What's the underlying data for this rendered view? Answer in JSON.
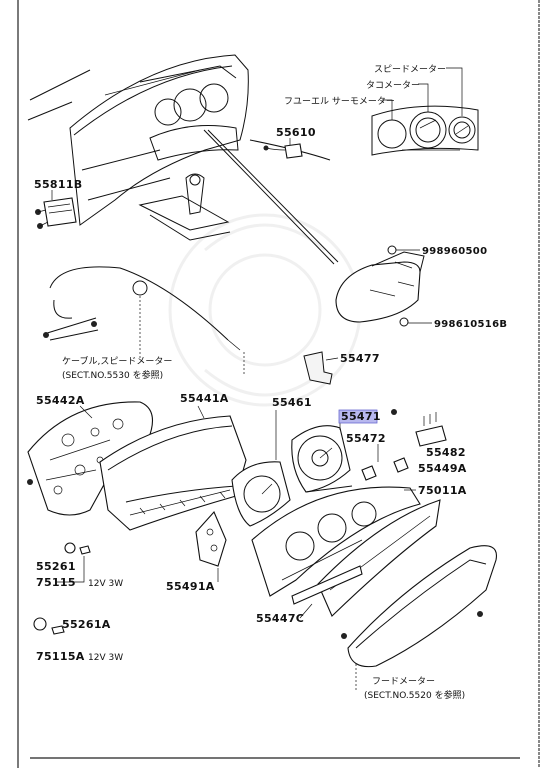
{
  "labels": {
    "p55811b": "55811B",
    "p55610": "55610",
    "p998960500": "998960500",
    "p998610516b": "998610516B",
    "p55477": "55477",
    "p55442a": "55442A",
    "p55441a": "55441A",
    "p55461": "55461",
    "p55471": "55471",
    "p55472": "55472",
    "p55482": "55482",
    "p55449a": "55449A",
    "p75011a": "75011A",
    "p55261": "55261",
    "p75115": "75115",
    "p75115_spec": "12V 3W",
    "p55491a": "55491A",
    "p55447c": "55447C",
    "p55261a": "55261A",
    "p75115a": "75115A",
    "p75115a_spec": "12V 3W"
  },
  "japanese": {
    "speedometer": "スピードメーター",
    "tachometer": "タコメーター",
    "fuel_thermo": "フユーエル サーモメーター",
    "cable_speedo": "ケーブル,スピードメーター",
    "sect_5530": "(SECT.NO.5530 を参照)",
    "hood_meter": "フードメーター",
    "sect_5520": "(SECT.NO.5520 を参照)"
  },
  "highlight_color": "#b8b8ee"
}
